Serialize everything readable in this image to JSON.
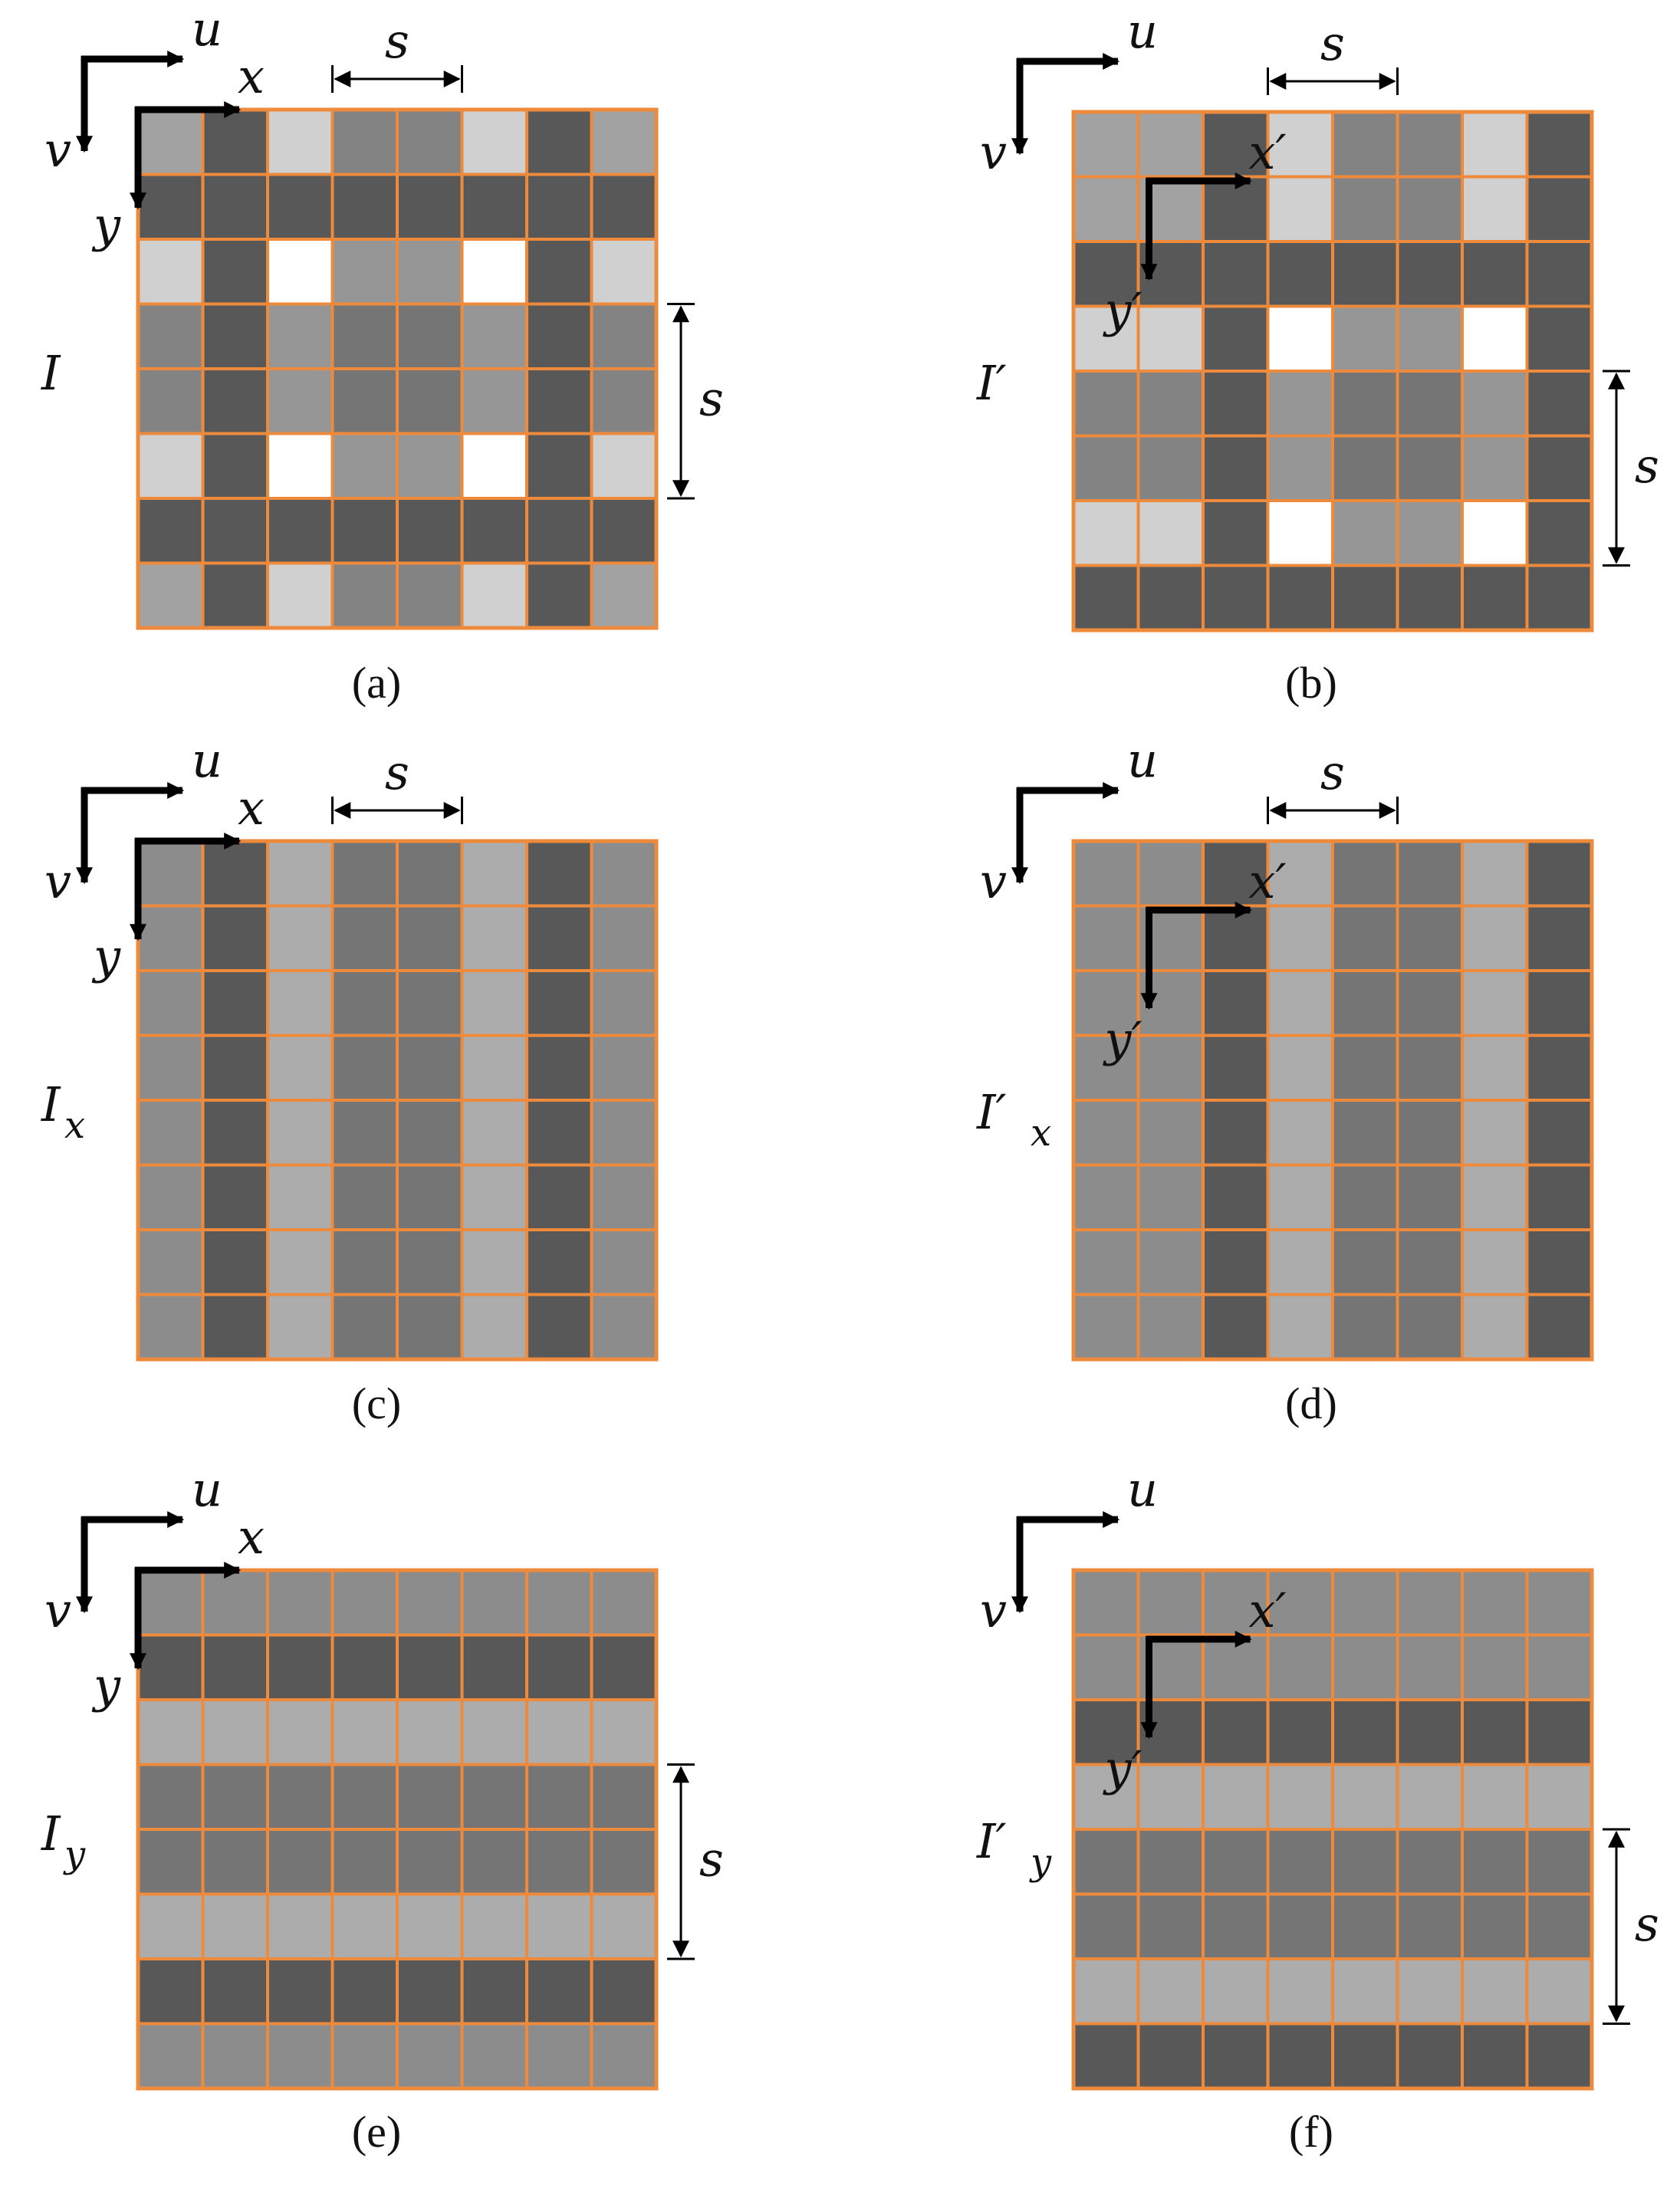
{
  "colors": {
    "grid_line": "#ee8a3c",
    "background": "#ffffff",
    "A": "#a2a2a2",
    "D": "#585858",
    "L": "#d0d0d0",
    "M": "#838383",
    "W": "#ffffff",
    "N": "#969696",
    "P": "#8c8c8c",
    "S": "#acacac",
    "Q": "#757575"
  },
  "panels": [
    {
      "id": "a",
      "caption": "(a)",
      "image_label": "I",
      "image_sub": "",
      "outer_axes": {
        "u": "u",
        "v": "v"
      },
      "inner_axes": {
        "x": "x",
        "y": "y"
      },
      "spacing_label": "s",
      "shifted": false,
      "has_top_dim": true,
      "has_side_dim": true,
      "cells": [
        [
          "A",
          "D",
          "L",
          "M",
          "M",
          "L",
          "D",
          "A"
        ],
        [
          "D",
          "D",
          "D",
          "D",
          "D",
          "D",
          "D",
          "D"
        ],
        [
          "L",
          "D",
          "W",
          "N",
          "N",
          "W",
          "D",
          "L"
        ],
        [
          "M",
          "D",
          "N",
          "Q",
          "Q",
          "N",
          "D",
          "M"
        ],
        [
          "M",
          "D",
          "N",
          "Q",
          "Q",
          "N",
          "D",
          "M"
        ],
        [
          "L",
          "D",
          "W",
          "N",
          "N",
          "W",
          "D",
          "L"
        ],
        [
          "D",
          "D",
          "D",
          "D",
          "D",
          "D",
          "D",
          "D"
        ],
        [
          "A",
          "D",
          "L",
          "M",
          "M",
          "L",
          "D",
          "A"
        ]
      ]
    },
    {
      "id": "b",
      "caption": "(b)",
      "image_label": "I′",
      "image_sub": "",
      "outer_axes": {
        "u": "u",
        "v": "v"
      },
      "inner_axes": {
        "x": "x′",
        "y": "y′"
      },
      "spacing_label": "s",
      "shifted": true,
      "has_top_dim": true,
      "has_side_dim": true,
      "cells": [
        [
          "A",
          "A",
          "D",
          "L",
          "M",
          "M",
          "L",
          "D"
        ],
        [
          "A",
          "A",
          "D",
          "L",
          "M",
          "M",
          "L",
          "D"
        ],
        [
          "D",
          "D",
          "D",
          "D",
          "D",
          "D",
          "D",
          "D"
        ],
        [
          "L",
          "L",
          "D",
          "W",
          "N",
          "N",
          "W",
          "D"
        ],
        [
          "M",
          "M",
          "D",
          "N",
          "Q",
          "Q",
          "N",
          "D"
        ],
        [
          "M",
          "M",
          "D",
          "N",
          "Q",
          "Q",
          "N",
          "D"
        ],
        [
          "L",
          "L",
          "D",
          "W",
          "N",
          "N",
          "W",
          "D"
        ],
        [
          "D",
          "D",
          "D",
          "D",
          "D",
          "D",
          "D",
          "D"
        ]
      ]
    },
    {
      "id": "c",
      "caption": "(c)",
      "image_label": "I",
      "image_sub": "x",
      "outer_axes": {
        "u": "u",
        "v": "v"
      },
      "inner_axes": {
        "x": "x",
        "y": "y"
      },
      "spacing_label": "s",
      "shifted": false,
      "has_top_dim": true,
      "has_side_dim": false,
      "cells": [
        [
          "P",
          "D",
          "S",
          "Q",
          "Q",
          "S",
          "D",
          "P"
        ],
        [
          "P",
          "D",
          "S",
          "Q",
          "Q",
          "S",
          "D",
          "P"
        ],
        [
          "P",
          "D",
          "S",
          "Q",
          "Q",
          "S",
          "D",
          "P"
        ],
        [
          "P",
          "D",
          "S",
          "Q",
          "Q",
          "S",
          "D",
          "P"
        ],
        [
          "P",
          "D",
          "S",
          "Q",
          "Q",
          "S",
          "D",
          "P"
        ],
        [
          "P",
          "D",
          "S",
          "Q",
          "Q",
          "S",
          "D",
          "P"
        ],
        [
          "P",
          "D",
          "S",
          "Q",
          "Q",
          "S",
          "D",
          "P"
        ],
        [
          "P",
          "D",
          "S",
          "Q",
          "Q",
          "S",
          "D",
          "P"
        ]
      ]
    },
    {
      "id": "d",
      "caption": "(d)",
      "image_label": "I′",
      "image_sub": "x",
      "outer_axes": {
        "u": "u",
        "v": "v"
      },
      "inner_axes": {
        "x": "x′",
        "y": "y′"
      },
      "spacing_label": "s",
      "shifted": true,
      "has_top_dim": true,
      "has_side_dim": false,
      "cells": [
        [
          "P",
          "P",
          "D",
          "S",
          "Q",
          "Q",
          "S",
          "D"
        ],
        [
          "P",
          "P",
          "D",
          "S",
          "Q",
          "Q",
          "S",
          "D"
        ],
        [
          "P",
          "P",
          "D",
          "S",
          "Q",
          "Q",
          "S",
          "D"
        ],
        [
          "P",
          "P",
          "D",
          "S",
          "Q",
          "Q",
          "S",
          "D"
        ],
        [
          "P",
          "P",
          "D",
          "S",
          "Q",
          "Q",
          "S",
          "D"
        ],
        [
          "P",
          "P",
          "D",
          "S",
          "Q",
          "Q",
          "S",
          "D"
        ],
        [
          "P",
          "P",
          "D",
          "S",
          "Q",
          "Q",
          "S",
          "D"
        ],
        [
          "P",
          "P",
          "D",
          "S",
          "Q",
          "Q",
          "S",
          "D"
        ]
      ]
    },
    {
      "id": "e",
      "caption": "(e)",
      "image_label": "I",
      "image_sub": "y",
      "outer_axes": {
        "u": "u",
        "v": "v"
      },
      "inner_axes": {
        "x": "x",
        "y": "y"
      },
      "spacing_label": "s",
      "shifted": false,
      "has_top_dim": false,
      "has_side_dim": true,
      "cells": [
        [
          "P",
          "P",
          "P",
          "P",
          "P",
          "P",
          "P",
          "P"
        ],
        [
          "D",
          "D",
          "D",
          "D",
          "D",
          "D",
          "D",
          "D"
        ],
        [
          "S",
          "S",
          "S",
          "S",
          "S",
          "S",
          "S",
          "S"
        ],
        [
          "Q",
          "Q",
          "Q",
          "Q",
          "Q",
          "Q",
          "Q",
          "Q"
        ],
        [
          "Q",
          "Q",
          "Q",
          "Q",
          "Q",
          "Q",
          "Q",
          "Q"
        ],
        [
          "S",
          "S",
          "S",
          "S",
          "S",
          "S",
          "S",
          "S"
        ],
        [
          "D",
          "D",
          "D",
          "D",
          "D",
          "D",
          "D",
          "D"
        ],
        [
          "P",
          "P",
          "P",
          "P",
          "P",
          "P",
          "P",
          "P"
        ]
      ]
    },
    {
      "id": "f",
      "caption": "(f)",
      "image_label": "I′",
      "image_sub": "y",
      "outer_axes": {
        "u": "u",
        "v": "v"
      },
      "inner_axes": {
        "x": "x′",
        "y": "y′"
      },
      "spacing_label": "s",
      "shifted": true,
      "has_top_dim": false,
      "has_side_dim": true,
      "cells": [
        [
          "P",
          "P",
          "P",
          "P",
          "P",
          "P",
          "P",
          "P"
        ],
        [
          "P",
          "P",
          "P",
          "P",
          "P",
          "P",
          "P",
          "P"
        ],
        [
          "D",
          "D",
          "D",
          "D",
          "D",
          "D",
          "D",
          "D"
        ],
        [
          "S",
          "S",
          "S",
          "S",
          "S",
          "S",
          "S",
          "S"
        ],
        [
          "Q",
          "Q",
          "Q",
          "Q",
          "Q",
          "Q",
          "Q",
          "Q"
        ],
        [
          "Q",
          "Q",
          "Q",
          "Q",
          "Q",
          "Q",
          "Q",
          "Q"
        ],
        [
          "S",
          "S",
          "S",
          "S",
          "S",
          "S",
          "S",
          "S"
        ],
        [
          "D",
          "D",
          "D",
          "D",
          "D",
          "D",
          "D",
          "D"
        ]
      ]
    }
  ]
}
